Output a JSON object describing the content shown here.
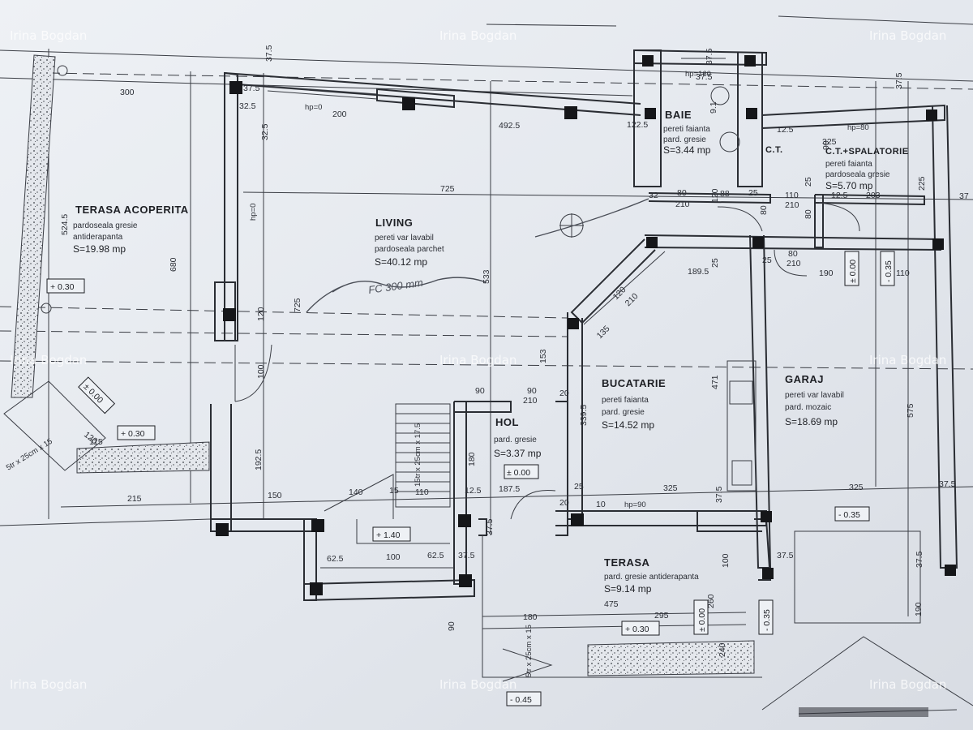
{
  "watermark": "Irina Bogdan",
  "rooms": {
    "terasa_acoperita": {
      "name": "TERASA ACOPERITA",
      "line1": "pardoseala gresie",
      "line2": "antiderapanta",
      "area": "S=19.98 mp"
    },
    "living": {
      "name": "LIVING",
      "line1": "pereti var lavabil",
      "line2": "pardoseala parchet",
      "area": "S=40.12 mp"
    },
    "baie": {
      "name": "BAIE",
      "line1": "pereti faianta",
      "line2": "pard. gresie",
      "area": "S=3.44 mp"
    },
    "ct": {
      "name": "C.T."
    },
    "ct_spalatorie": {
      "name": "C.T.+SPALATORIE",
      "line1": "pereti faianta",
      "line2": "pardoseala gresie",
      "area": "S=5.70 mp"
    },
    "bucatarie": {
      "name": "BUCATARIE",
      "line1": "pereti faianta",
      "line2": "pard. gresie",
      "area": "S=14.52 mp"
    },
    "hol": {
      "name": "HOL",
      "line1": "pard. gresie",
      "area": "S=3.37 mp"
    },
    "garaj": {
      "name": "GARAJ",
      "line1": "pereti var lavabil",
      "line2": "pard. mozaic",
      "area": "S=18.69 mp"
    },
    "terasa": {
      "name": "TERASA",
      "line1": "pard. gresie antiderapanta",
      "area": "S=9.14 mp"
    }
  },
  "levels": {
    "plus_030_a": "+ 0.30",
    "plus_030_b": "+ 0.30",
    "plus_030_c": "+ 0.30",
    "zero_a": "± 0.00",
    "zero_b": "± 0.00",
    "zero_c": "± 0.00",
    "zero_d": "± 0.00",
    "plus_140": "+ 1.40",
    "minus_035_a": "- 0.35",
    "minus_035_b": "- 0.35",
    "minus_035_c": "- 0.35",
    "minus_045": "- 0.45"
  },
  "hp_labels": {
    "hp0_top": "hp=0",
    "hp0_side": "hp=0",
    "hp160": "hp=160",
    "hp80": "hp=80",
    "hp90": "hp=90"
  },
  "stairs": {
    "main": "15tr x 25cm x 17.5",
    "terrace": "5tr x 25cm x 15",
    "left": "5tr x 25cm x 15"
  },
  "note": "FC 300 mm"
}
